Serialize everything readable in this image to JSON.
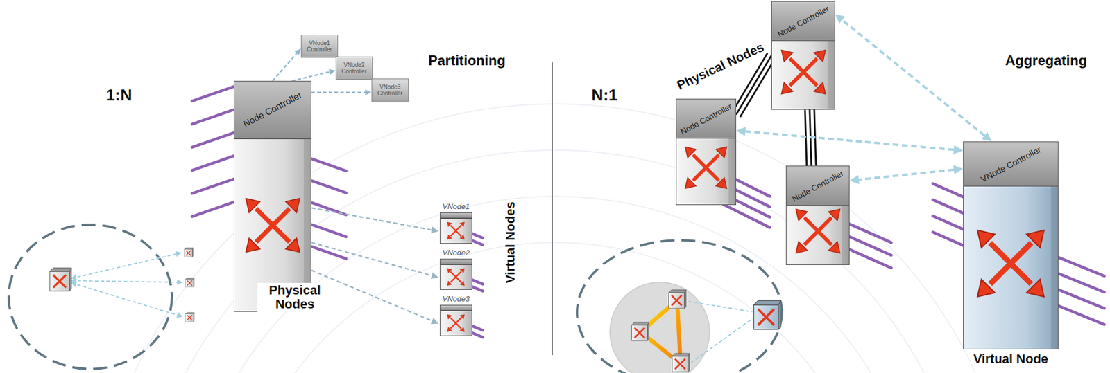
{
  "diagram": {
    "nodes": [
      {
        "text": [
          "Node Controller"
        ]
      },
      {
        "text": [
          "VNode1 Controller"
        ]
      },
      {
        "text": [
          "VNode2 Controller"
        ]
      },
      {
        "text": [
          "VNode3 Controller"
        ]
      },
      {
        "text": [
          "VNode1"
        ]
      },
      {
        "text": [
          "VNode2"
        ]
      },
      {
        "text": [
          "VNode3"
        ]
      },
      {
        "text": [
          "Node Controller"
        ]
      },
      {
        "text": [
          "Node Controller"
        ]
      },
      {
        "text": [
          "Node Controller"
        ]
      },
      {
        "text": [
          "VNode Controller",
          "Virtual Node"
        ]
      }
    ],
    "edges": [
      {
        "from": 0,
        "to": 1,
        "arrow": "to"
      },
      {
        "from": 0,
        "to": 2,
        "arrow": "to"
      },
      {
        "from": 0,
        "to": 3,
        "arrow": "to"
      },
      {
        "from": 0,
        "to": 4,
        "arrow": "to"
      },
      {
        "from": 0,
        "to": 5,
        "arrow": "to"
      },
      {
        "from": 0,
        "to": 6,
        "arrow": "to"
      },
      {
        "from": 8,
        "to": 7,
        "arrow": "none"
      },
      {
        "from": 7,
        "to": 9,
        "arrow": "none"
      },
      {
        "from": 10,
        "to": 7,
        "arrow": "both"
      },
      {
        "from": 10,
        "to": 8,
        "arrow": "both"
      },
      {
        "from": 10,
        "to": 9,
        "arrow": "both"
      }
    ],
    "labels": [
      "1:N",
      "Partitioning",
      "Physical Nodes",
      "Virtual Nodes",
      "N:1",
      "Aggregating",
      "Physical Nodes"
    ]
  }
}
